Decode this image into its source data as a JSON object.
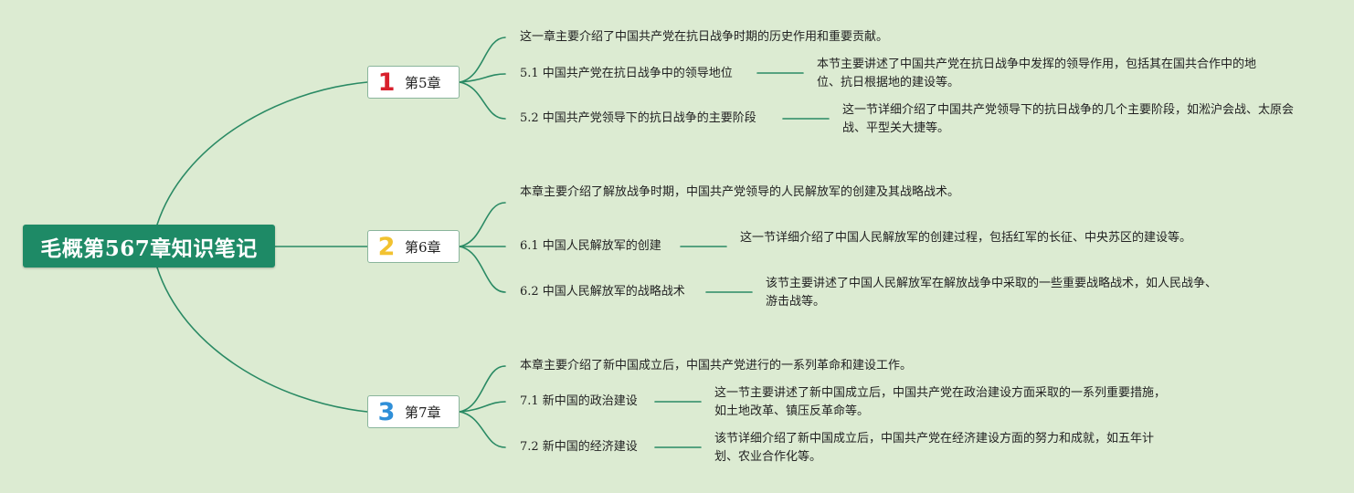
{
  "root": {
    "title": "毛概第567章知识笔记"
  },
  "colors": {
    "background": "#dcebd2",
    "line": "#2a8a64",
    "root_fill": "#1e8a66",
    "num_1": "#d8202c",
    "num_2": "#f2c230",
    "num_3": "#2f8fd8"
  },
  "chapters": [
    {
      "number": "1",
      "title": "第5章",
      "summary": "这一章主要介绍了中国共产党在抗日战争时期的历史作用和重要贡献。",
      "sections": [
        {
          "title": "5.1 中国共产党在抗日战争中的领导地位",
          "desc": "本节主要讲述了中国共产党在抗日战争中发挥的领导作用，包括其在国共合作中的地位、抗日根据地的建设等。"
        },
        {
          "title": "5.2 中国共产党领导下的抗日战争的主要阶段",
          "desc": "这一节详细介绍了中国共产党领导下的抗日战争的几个主要阶段，如淞沪会战、太原会战、平型关大捷等。"
        }
      ]
    },
    {
      "number": "2",
      "title": "第6章",
      "summary": "本章主要介绍了解放战争时期，中国共产党领导的人民解放军的创建及其战略战术。",
      "sections": [
        {
          "title": "6.1 中国人民解放军的创建",
          "desc": "这一节详细介绍了中国人民解放军的创建过程，包括红军的长征、中央苏区的建设等。"
        },
        {
          "title": "6.2 中国人民解放军的战略战术",
          "desc": "该节主要讲述了中国人民解放军在解放战争中采取的一些重要战略战术，如人民战争、游击战等。"
        }
      ]
    },
    {
      "number": "3",
      "title": "第7章",
      "summary": "本章主要介绍了新中国成立后，中国共产党进行的一系列革命和建设工作。",
      "sections": [
        {
          "title": "7.1 新中国的政治建设",
          "desc": "这一节主要讲述了新中国成立后，中国共产党在政治建设方面采取的一系列重要措施，如土地改革、镇压反革命等。"
        },
        {
          "title": "7.2 新中国的经济建设",
          "desc": "该节详细介绍了新中国成立后，中国共产党在经济建设方面的努力和成就，如五年计划、农业合作化等。"
        }
      ]
    }
  ]
}
